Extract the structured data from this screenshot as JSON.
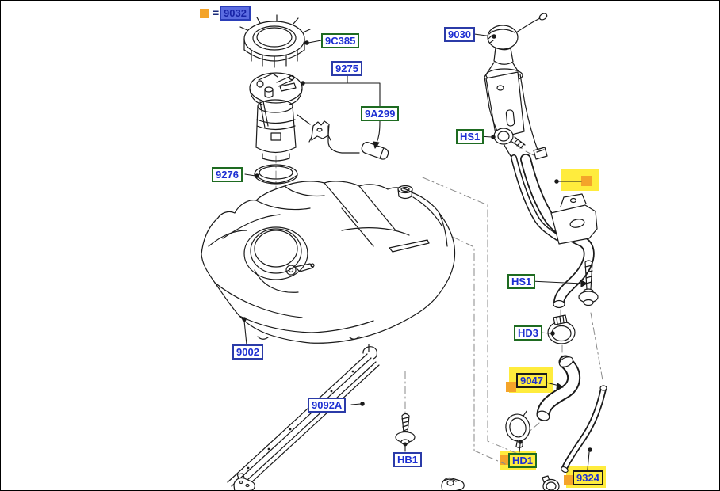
{
  "legend": {
    "marker_icon": "orange-highlight-square",
    "equals": "=",
    "part": "9032"
  },
  "labels": {
    "ring_lock": "9C385",
    "pump_module": "9275",
    "fuel_sender": "9A299",
    "filler_cap": "9030",
    "hs1_upper": "HS1",
    "seal_ring": "9276",
    "hs1_lower": "HS1",
    "hose_clamp_hd3": "HD3",
    "filler_hose": "9047",
    "fuel_tank": "9002",
    "tank_strap": "9092A",
    "bolt_hb1": "HB1",
    "clamp_hd1": "HD1",
    "vent_pipe": "9324"
  },
  "colors": {
    "label-text": "#1c2ed2",
    "blue-border": "#2b3ba8",
    "green-border": "#1e6b21",
    "dark-border": "#1a1a1a",
    "highlight-yellow": "#ffec3d",
    "marker-orange": "#f4a42a",
    "selected-fill": "#5b6ce1",
    "selected-border": "#2a3db8",
    "selected-text": "#1723a6",
    "line-art": "#1a1a1a",
    "construction-line": "#8a8a8a"
  }
}
